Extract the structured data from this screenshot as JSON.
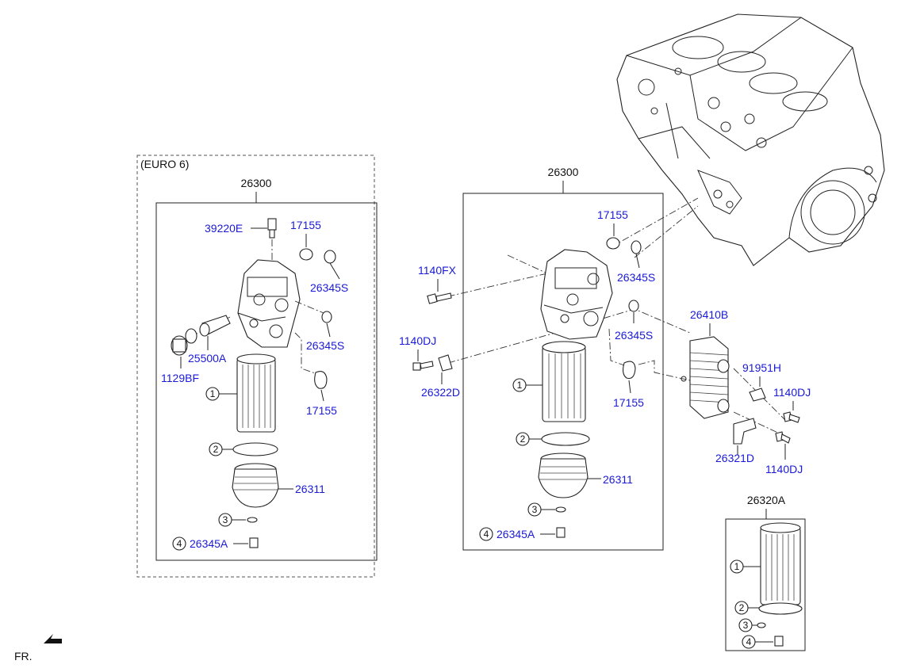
{
  "euro6": {
    "title": "(EURO 6)",
    "assembly": "26300",
    "sensor": "39220E",
    "oring_top": "17155",
    "seal_top": "26345S",
    "seal_mid": "26345S",
    "cap_part": "1129BF",
    "valve": "25500A",
    "gasket": "17155",
    "filter_cap": "26311",
    "drain": "26345A",
    "callouts": [
      "1",
      "2",
      "3",
      "4"
    ]
  },
  "main": {
    "assembly": "26300",
    "oring_top": "17155",
    "seal_top": "26345S",
    "bolt_fx": "1140FX",
    "bolt_dj": "1140DJ",
    "bracket": "26322D",
    "seal_mid": "26345S",
    "gasket": "17155",
    "filter_cap": "26311",
    "drain": "26345A",
    "callouts": [
      "1",
      "2",
      "3",
      "4"
    ]
  },
  "cooler": {
    "cooler": "26410B",
    "clip": "91951H",
    "bolt_right": "1140DJ",
    "bracket": "26321D",
    "bolt_bottom": "1140DJ"
  },
  "kit": {
    "title": "26320A",
    "callouts": [
      "1",
      "2",
      "3",
      "4"
    ]
  },
  "orientation": {
    "label": "FR."
  }
}
